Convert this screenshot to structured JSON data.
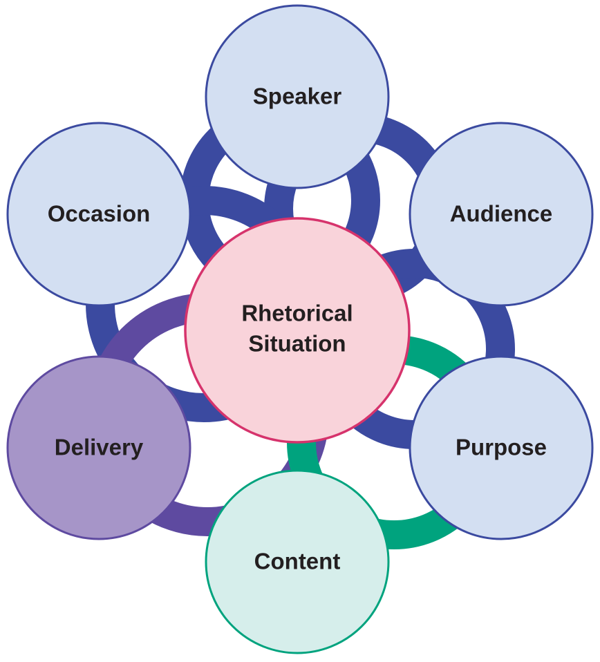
{
  "center": {
    "lines": [
      "Rhetorical",
      "Situation"
    ],
    "fill": "#f9d3da",
    "stroke": "#d6336c"
  },
  "nodes": [
    {
      "key": "speaker",
      "label": "Speaker",
      "fill": "#d3dff2",
      "stroke": "#3b4aa0"
    },
    {
      "key": "audience",
      "label": "Audience",
      "fill": "#d3dff2",
      "stroke": "#3b4aa0"
    },
    {
      "key": "purpose",
      "label": "Purpose",
      "fill": "#d3dff2",
      "stroke": "#3b4aa0"
    },
    {
      "key": "content",
      "label": "Content",
      "fill": "#d6eeeb",
      "stroke": "#00a37e"
    },
    {
      "key": "delivery",
      "label": "Delivery",
      "fill": "#a695c8",
      "stroke": "#5e4aa0"
    },
    {
      "key": "occasion",
      "label": "Occasion",
      "fill": "#d3dff2",
      "stroke": "#3b4aa0"
    }
  ],
  "rings": {
    "blue": "#3b4aa0",
    "green": "#00a37e",
    "purple": "#5e4aa0"
  }
}
